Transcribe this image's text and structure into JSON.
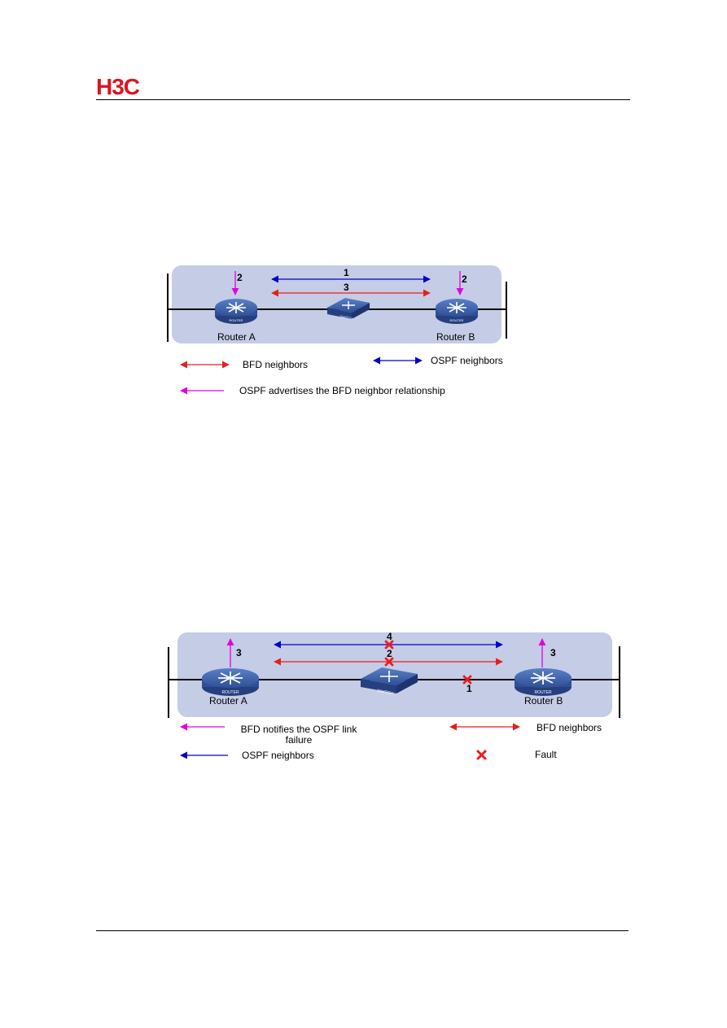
{
  "header": {
    "logo_text": "H3C"
  },
  "figure1": {
    "router_a": "Router A",
    "router_b": "Router B",
    "device_label_router": "ROUTER",
    "device_label_switch": "SWITCH",
    "step_1": "1",
    "step_2_left": "2",
    "step_2_right": "2",
    "step_3": "3",
    "legend": {
      "bfd": "BFD neighbors",
      "ospf": "OSPF neighbors",
      "advertise": "OSPF advertises the BFD neighbor relationship"
    }
  },
  "figure2": {
    "router_a": "Router A",
    "router_b": "Router B",
    "device_label_router": "ROUTER",
    "device_label_switch": "SWITCH",
    "step_1": "1",
    "step_2": "2",
    "step_3_left": "3",
    "step_3_right": "3",
    "step_4": "4",
    "legend": {
      "notify": "BFD notifies the OSPF link failure",
      "bfd": "BFD neighbors",
      "ospf": "OSPF  neighbors",
      "fault": "Fault"
    }
  },
  "colors": {
    "ospf": "#0000cc",
    "bfd": "#e61e1e",
    "notify": "#e000e0",
    "panel": "#c5cce6",
    "device": "#3c5ea8"
  }
}
